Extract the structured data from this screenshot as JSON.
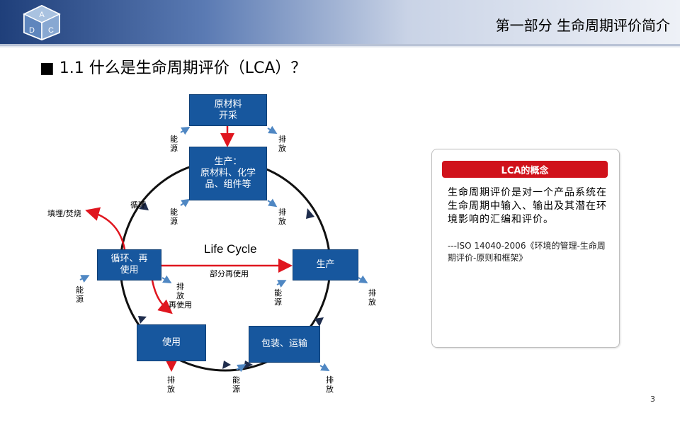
{
  "header": {
    "section_title": "第一部分 生命周期评价简介",
    "logo_letters": [
      "A",
      "D",
      "C"
    ]
  },
  "slide": {
    "heading": "■ 1.1 什么是生命周期评价（LCA）？"
  },
  "diagram": {
    "center_label": "Life Cycle",
    "boxes": {
      "raw": "原材料\n开采",
      "production1": "生产：\n原材料、化学\n品、组件等",
      "production2": "生产",
      "packaging": "包装、运输",
      "use": "使用",
      "recycle": "循环、再\n使用"
    },
    "labels": {
      "energy": "能\n源",
      "emission": "排\n放",
      "emission_reuse": "排\n放\n再使用",
      "landfill": "填埋/焚烧",
      "recycle_small": "循环",
      "partial_reuse": "部分再使用"
    },
    "colors": {
      "box": "#17579e",
      "red_arrow": "#e0161f",
      "cycle_line": "#111111",
      "small_arrow": "#4f87c3"
    }
  },
  "panel": {
    "badge": "LCA的概念",
    "body": "生命周期评价是对一个产品系统在生命周期中输入、输出及其潜在环境影响的汇编和评价。",
    "source": "---ISO 14040-2006《环境的管理-生命周期评价-原则和框架》"
  },
  "page_number": "3"
}
